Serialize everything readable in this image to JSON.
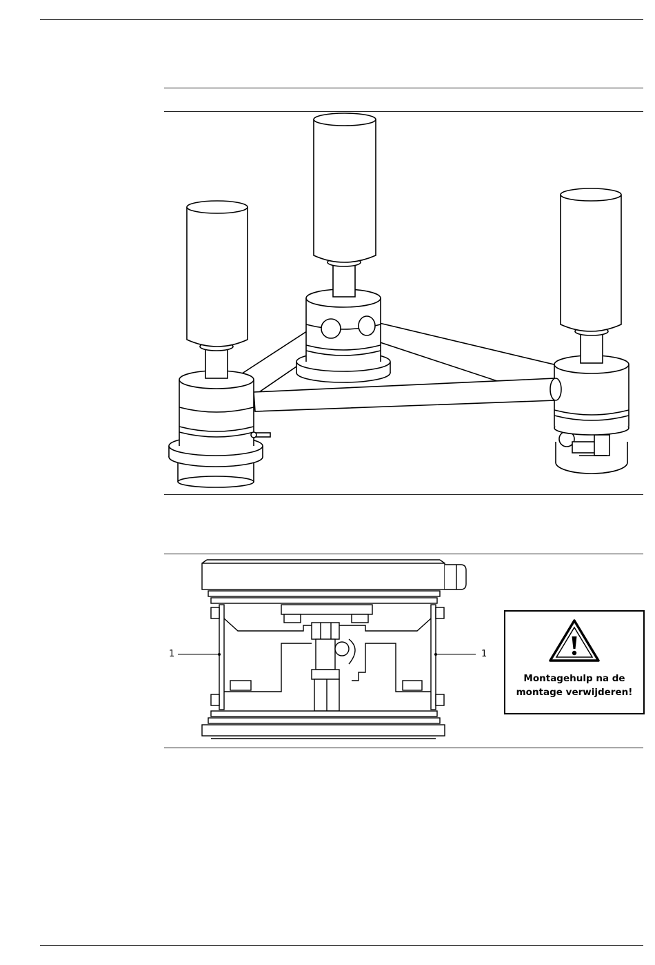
{
  "figure_bottom": {
    "callout_left": "1",
    "callout_right": "1"
  },
  "warning_label": {
    "icon": "warning-triangle-icon",
    "line1": "Montagehulp na de",
    "line2": "montage verwijderen!"
  }
}
